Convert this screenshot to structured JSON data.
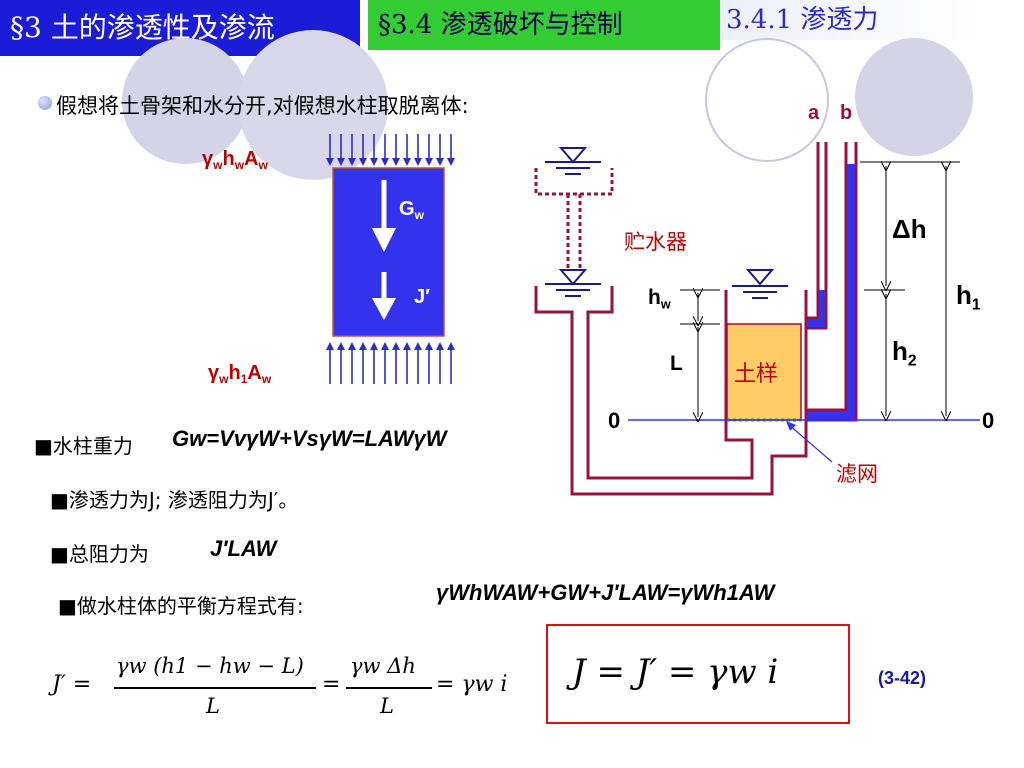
{
  "header": {
    "section": "§3 土的渗透性及渗流",
    "subsection": "§3.4 渗透破坏与控制",
    "topic": "3.4.1 渗透力"
  },
  "intro": "假想将土骨架和水分开,对假想水柱取脱离体:",
  "column_diagram": {
    "top_force": {
      "a": "γ",
      "b": "w",
      "c": "h",
      "d": "w",
      "e": "A",
      "f": "w"
    },
    "bottom_force": {
      "a": "γ",
      "b": "w",
      "c": "h",
      "d": "1",
      "e": "A",
      "f": "w"
    },
    "gw": {
      "main": "G",
      "sub": "w"
    },
    "j_prime": "J′"
  },
  "apparatus": {
    "tube_a": "a",
    "tube_b": "b",
    "reservoir": "贮水器",
    "hw": {
      "main": "h",
      "sub": "w"
    },
    "L": "L",
    "soil": "土样",
    "delta_h": "Δh",
    "h1": {
      "main": "h",
      "sub": "1"
    },
    "h2": {
      "main": "h",
      "sub": "2"
    },
    "datum_left": "0",
    "datum_right": "0",
    "screen": "滤网"
  },
  "bullets": {
    "b1_text": "■水柱重力",
    "b1_eq": "Gw=VvγW+VsγW=LAWγW",
    "b2_text": "■渗透力为J;  渗透阻力为J′。",
    "b3_text": "■总阻力为",
    "b3_eq": "J′LAW",
    "b4_text": "■做水柱体的平衡方程式有:",
    "b4_eq": "γWhWAW+GW+J′LAW=γWh1AW"
  },
  "formula": {
    "lhs": "J′ =",
    "num1": "γw (h1 − hw − L)",
    "den1": "L",
    "eq2": "=",
    "num2": "γw Δh",
    "den2": "L",
    "tail": "= γw i",
    "boxed": "J = J′ = γw i",
    "number": "(3-42)"
  },
  "colors": {
    "blue": "#3333ee",
    "green": "#33cc33",
    "maroon": "#9a1040",
    "soil": "#ffcc66",
    "red": "#cc0000"
  }
}
